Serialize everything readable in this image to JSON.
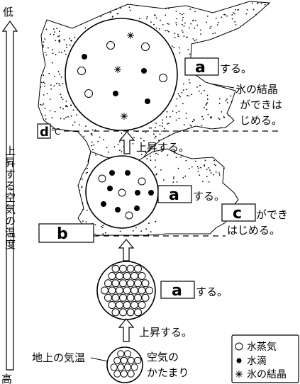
{
  "axis": {
    "top_label": "低",
    "bottom_label": "高",
    "title": "上昇する空気の温度"
  },
  "boxes": {
    "a": "a",
    "b": "b",
    "c": "c",
    "d": "d"
  },
  "labels": {
    "suru": "する。",
    "rising": "上昇する。",
    "rising_bottom": "上昇する。",
    "ice_start_1": "氷の結晶",
    "ice_start_2": "ができは",
    "ice_start_3": "じめる。",
    "water_start_1": "ができ",
    "water_start_2": "はじめる。",
    "celsius": "℃",
    "ground_temp": "地上の気温",
    "air_mass_1": "空気の",
    "air_mass_2": "かたまり"
  },
  "legend": {
    "vapor": "水蒸気",
    "droplet": "水滴",
    "ice": "氷の結晶"
  }
}
